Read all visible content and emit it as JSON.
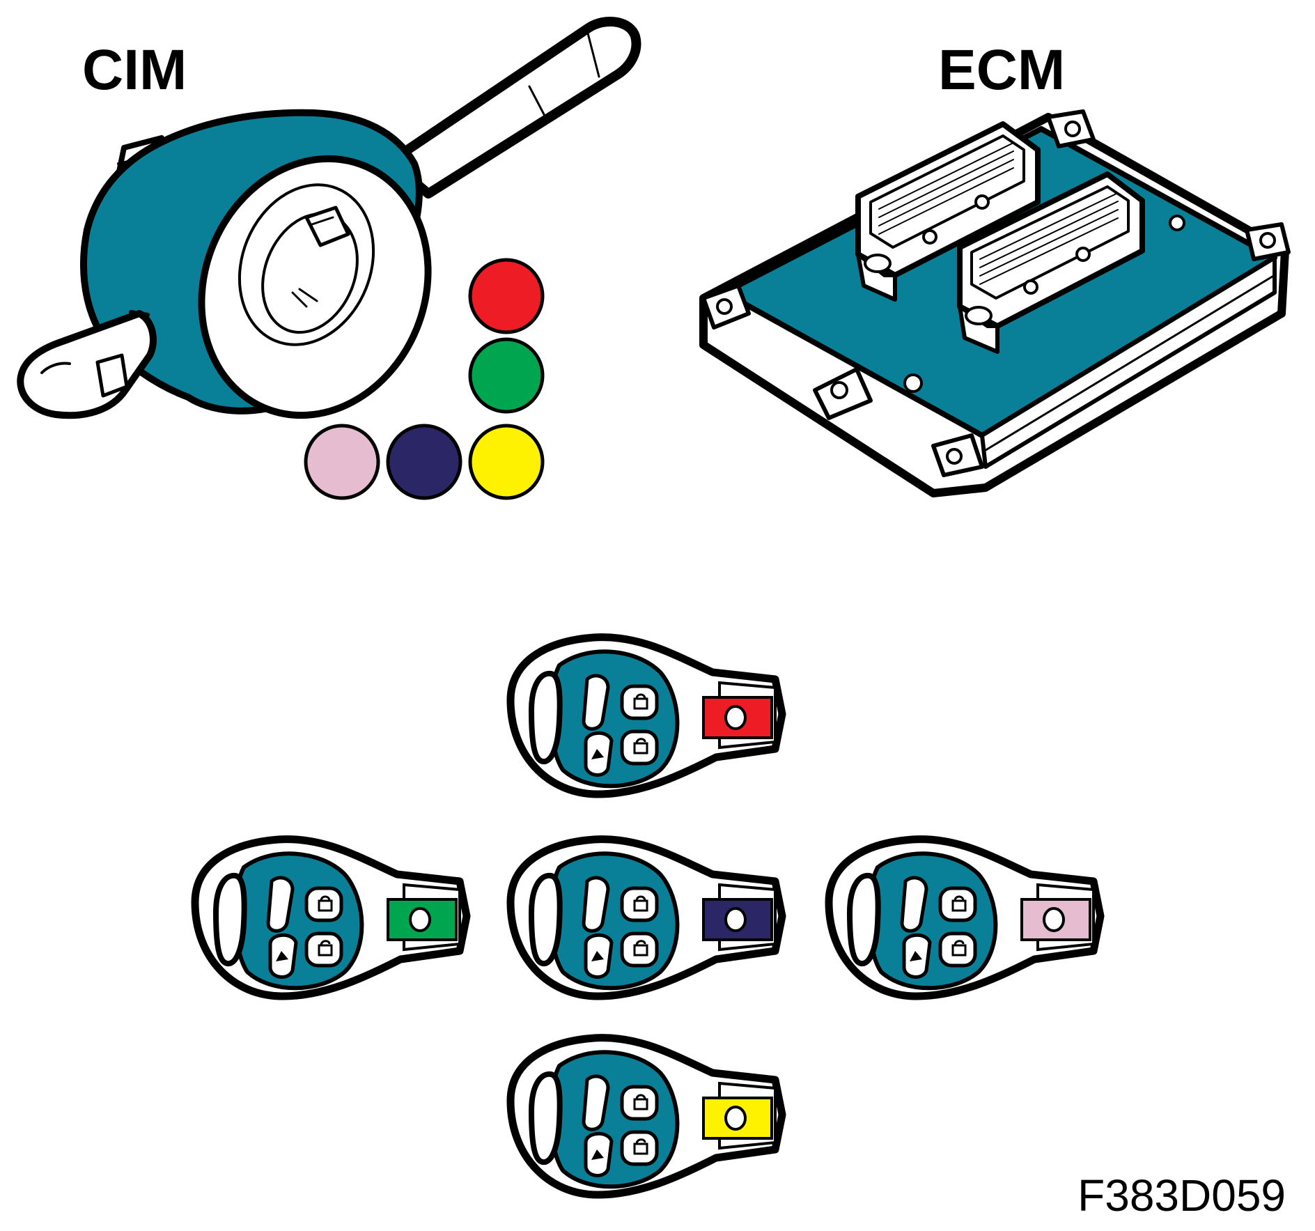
{
  "labels": {
    "cim": "CIM",
    "ecm": "ECM",
    "figure_id": "F383D059"
  },
  "colors": {
    "module_teal": "#0A8098",
    "outline": "#000000",
    "red": "#EE1C25",
    "green": "#00A64F",
    "yellow": "#FFF200",
    "navy": "#2B2766",
    "pink": "#E6BCD0"
  },
  "color_dots": [
    {
      "name": "red",
      "color": "#EE1C25"
    },
    {
      "name": "green",
      "color": "#00A64F"
    },
    {
      "name": "pink",
      "color": "#E6BCD0"
    },
    {
      "name": "navy",
      "color": "#2B2766"
    },
    {
      "name": "yellow",
      "color": "#FFF200"
    }
  ],
  "keys": [
    {
      "name": "red",
      "band_color": "#EE1C25"
    },
    {
      "name": "green",
      "band_color": "#00A64F"
    },
    {
      "name": "navy",
      "band_color": "#2B2766"
    },
    {
      "name": "pink",
      "band_color": "#E6BCD0"
    },
    {
      "name": "yellow",
      "band_color": "#FFF200"
    }
  ]
}
